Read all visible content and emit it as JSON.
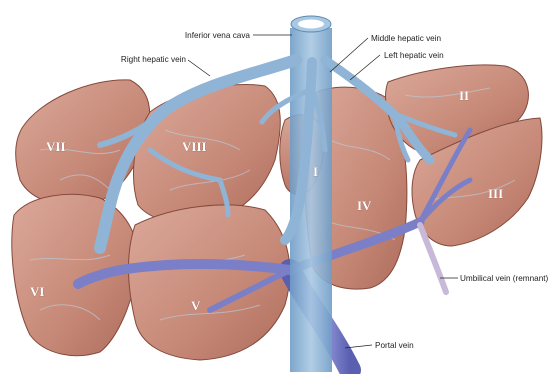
{
  "colors": {
    "liver_fill": "#c98a78",
    "liver_edge": "#7a3a2c",
    "hepatic_vein": "#8fb4d6",
    "portal_vein": "#7a7fc8",
    "background": "#ffffff"
  },
  "vessels": {
    "ivc": "Inferior vena cava",
    "right_hepatic": "Right hepatic vein",
    "middle_hepatic": "Middle hepatic vein",
    "left_hepatic": "Left hepatic vein",
    "umbilical": "Umbilical vein (remnant)",
    "portal": "Portal vein"
  },
  "segments": {
    "s2": "II",
    "s3": "III",
    "s4": "IV",
    "s5": "V",
    "s6": "VI",
    "s7": "VII",
    "s8": "VIII",
    "s1": "I"
  }
}
